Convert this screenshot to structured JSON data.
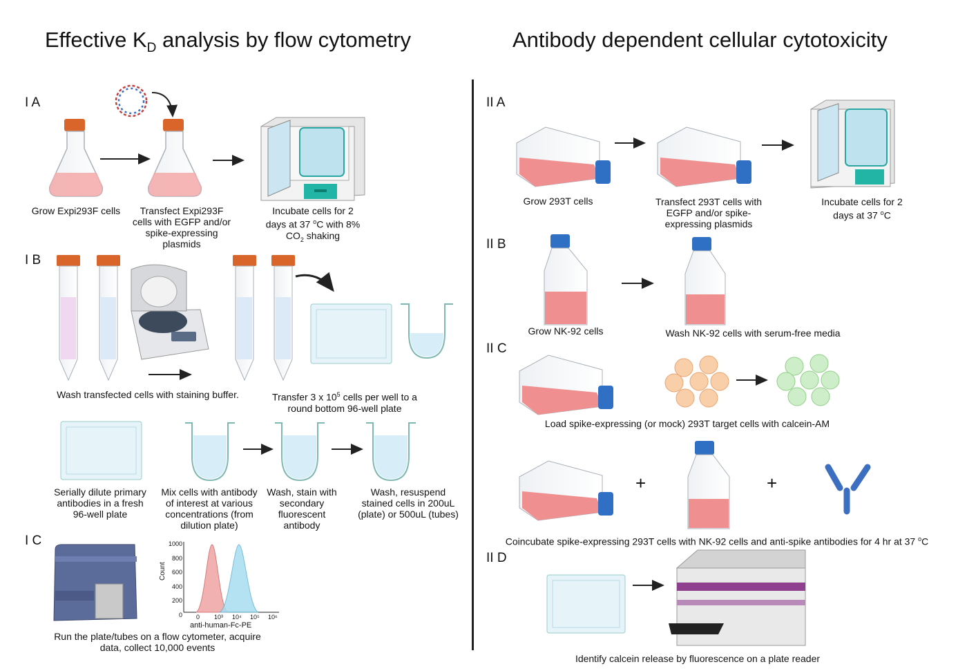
{
  "left": {
    "title_pre": "Effective K",
    "title_sub": "D",
    "title_post": " analysis by flow cytometry",
    "IA": {
      "label": "I A",
      "cap1": "Grow Expi293F cells",
      "cap2": "Transfect Expi293F cells with EGFP and/or spike-expressing plasmids",
      "cap3_pre": "Incubate cells for 2 days at 37 ",
      "cap3_sup": "o",
      "cap3_mid": "C with 8% CO",
      "cap3_sub": "2",
      "cap3_post": " shaking"
    },
    "IB": {
      "label": "I B",
      "cap_wash": "Wash transfected cells with staining buffer.",
      "cap_transfer_pre": "Transfer 3 x 10",
      "cap_transfer_sup": "5",
      "cap_transfer_post": " cells per well to a round bottom 96-well plate",
      "cap_dilute": "Serially dilute primary antibodies in a fresh 96-well plate",
      "cap_mix": "Mix cells with antibody of interest at various concentrations (from dilution plate)",
      "cap_stain": "Wash, stain with secondary fluorescent antibody",
      "cap_resuspend": "Wash, resuspend stained cells in 200uL (plate) or 500uL (tubes)"
    },
    "IC": {
      "label": "I C",
      "cap": "Run the plate/tubes on a flow cytometer, acquire data, collect 10,000 events",
      "ylabel": "Count",
      "xlabel": "anti-human-Fc-PE",
      "yticks": [
        "1000",
        "800",
        "600",
        "400",
        "200",
        "0"
      ],
      "xticks": [
        "0",
        "10³",
        "10⁴",
        "10⁵",
        "10⁶"
      ]
    }
  },
  "right": {
    "title": "Antibody dependent cellular cytotoxicity",
    "IIA": {
      "label": "II A",
      "cap1": "Grow 293T cells",
      "cap2": "Transfect 293T cells with EGFP and/or spike-expressing plasmids",
      "cap3_pre": "Incubate cells for 2 days at 37 ",
      "cap3_sup": "o",
      "cap3_post": "C"
    },
    "IIB": {
      "label": "II B",
      "cap1": "Grow NK-92 cells",
      "cap2": "Wash NK-92 cells with serum-free media"
    },
    "IIC": {
      "label": "II C",
      "cap1": "Load spike-expressing (or mock) 293T target cells with calcein-AM",
      "plus": "+",
      "cap2_pre": "Coincubate spike-expressing 293T cells with NK-92 cells and anti-spike antibodies for 4 hr at 37 ",
      "cap2_sup": "o",
      "cap2_post": "C"
    },
    "IID": {
      "label": "II D",
      "cap": "Identify calcein release by fluorescence on a plate reader"
    }
  },
  "colors": {
    "cap_orange": "#d9652b",
    "media_pink": "#f2a0a0",
    "flask_cap_blue": "#2f6fc4",
    "plate_teal": "#5bb8a8",
    "hist_red": "#f2b1b1",
    "hist_blue": "#a9def2",
    "antibody_blue": "#3d6fc1",
    "reader_purple": "#8e3f8e"
  }
}
